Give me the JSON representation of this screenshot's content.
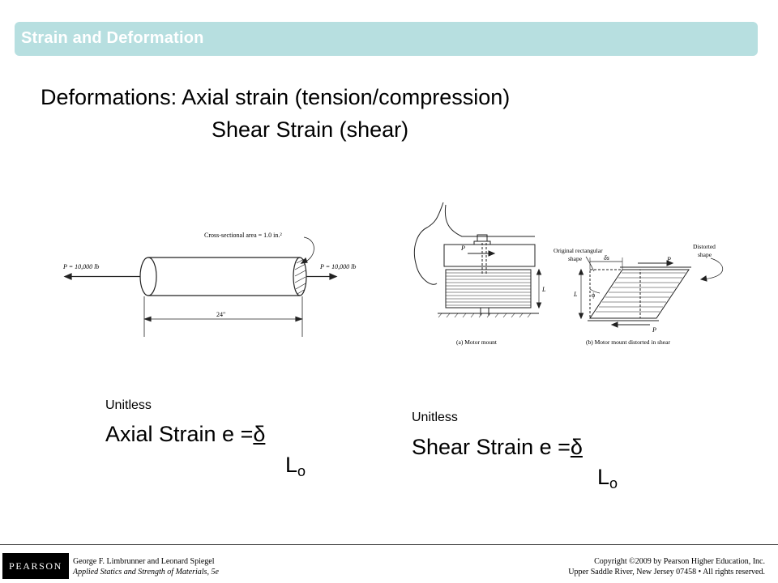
{
  "header": {
    "title": "Strain and Deformation"
  },
  "headline": {
    "line1": "Deformations:  Axial strain (tension/compression)",
    "line2": "Shear Strain (shear)"
  },
  "figure_axial": {
    "area_label": "Cross-sectional area = 1.0 in.²",
    "load_left": "P = 10,000 lb",
    "load_right": "P = 10,000 lb",
    "length_label": "24\""
  },
  "figure_shear": {
    "p_label": "P",
    "l_label": "L",
    "original_shape": "Original rectangular shape",
    "distorted_shape": "Distorted shape",
    "delta_label": "δs",
    "phi_label": "ϕ",
    "caption_a": "(a) Motor mount",
    "caption_b": "(b) Motor mount distorted in shear"
  },
  "axial": {
    "note": "Unitless",
    "prefix": "Axial Strain e =",
    "delta": "δ",
    "denominator": "L",
    "subscript": "o"
  },
  "shear": {
    "note": "Unitless",
    "prefix": "Shear Strain e =",
    "delta": "δ",
    "denominator": "L",
    "subscript": "o"
  },
  "footer": {
    "logo": "PEARSON",
    "authors": "George F. Limbrunner and Leonard Spiegel",
    "book": "Applied Statics and Strength of Materials, 5e",
    "copyright1": "Copyright ©2009 by Pearson Higher Education, Inc.",
    "copyright2": "Upper Saddle River, New Jersey 07458 • All rights reserved."
  }
}
